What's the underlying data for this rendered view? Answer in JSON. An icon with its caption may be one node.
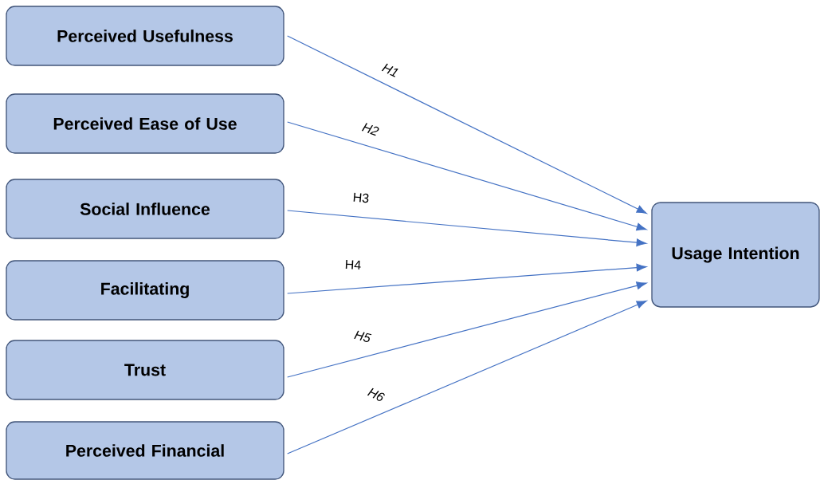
{
  "diagram": {
    "nodes": [
      {
        "text": [
          "Perceived Usefulness"
        ]
      },
      {
        "text": [
          "Perceived Ease of Use"
        ]
      },
      {
        "text": [
          "Social Influence"
        ]
      },
      {
        "text": [
          "Facilitating"
        ]
      },
      {
        "text": [
          "Trust"
        ]
      },
      {
        "text": [
          "Perceived Financial"
        ]
      },
      {
        "text": [
          "Usage Intention"
        ]
      }
    ],
    "edges": [
      {
        "from": 0,
        "to": 6,
        "arrow": "to",
        "label": "H1"
      },
      {
        "from": 1,
        "to": 6,
        "arrow": "to",
        "label": "H2"
      },
      {
        "from": 2,
        "to": 6,
        "arrow": "to",
        "label": "H3"
      },
      {
        "from": 3,
        "to": 6,
        "arrow": "to",
        "label": "H4"
      },
      {
        "from": 4,
        "to": 6,
        "arrow": "to",
        "label": "H5"
      },
      {
        "from": 5,
        "to": 6,
        "arrow": "to",
        "label": "H6"
      }
    ]
  }
}
